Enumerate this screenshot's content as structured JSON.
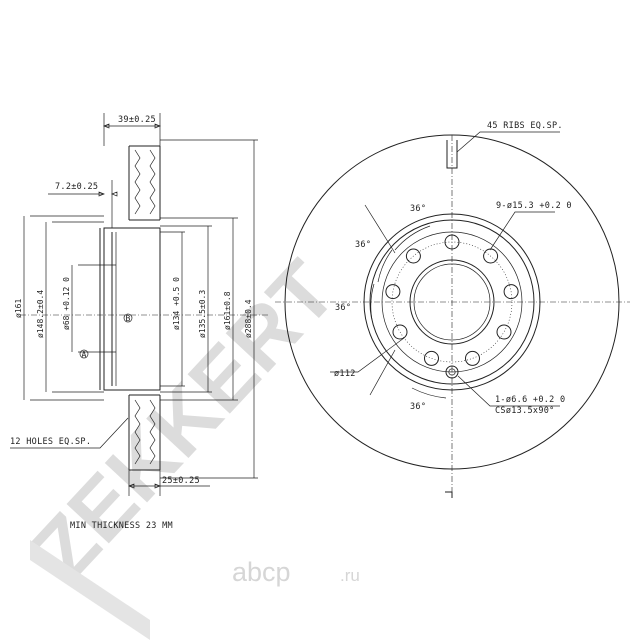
{
  "watermark": {
    "brand": "ZEKKERT",
    "site_name": "abcp",
    "site_tld": ".ru"
  },
  "side_view": {
    "dim_width": "39±0.25",
    "dim_hat": "7.2±0.25",
    "dim_bottom": "25±0.25",
    "dia_161": "ø161",
    "dia_148": "ø148.2±0.4",
    "dia_68": "ø68 +0.12 0",
    "dia_134": "ø134 +0.5 0",
    "dia_135": "ø135.5±0.3",
    "dia_161b": "ø161±0.8",
    "dia_288": "ø288±0.4",
    "marker_a": "A",
    "marker_b": "B",
    "holes_note": "12 HOLES EQ.SP.",
    "min_thickness": "MIN THICKNESS 23 MM"
  },
  "front_view": {
    "ribs_note": "45 RIBS EQ.SP.",
    "holes_note": "9-ø15.3 +0.2 0",
    "angle_1": "36°",
    "angle_2": "36°",
    "angle_3": "36°",
    "angle_4": "36°",
    "pcd": "ø112",
    "small_hole_1": "1-ø6.6 +0.2 0",
    "small_hole_2": "CSø13.5x90°"
  }
}
